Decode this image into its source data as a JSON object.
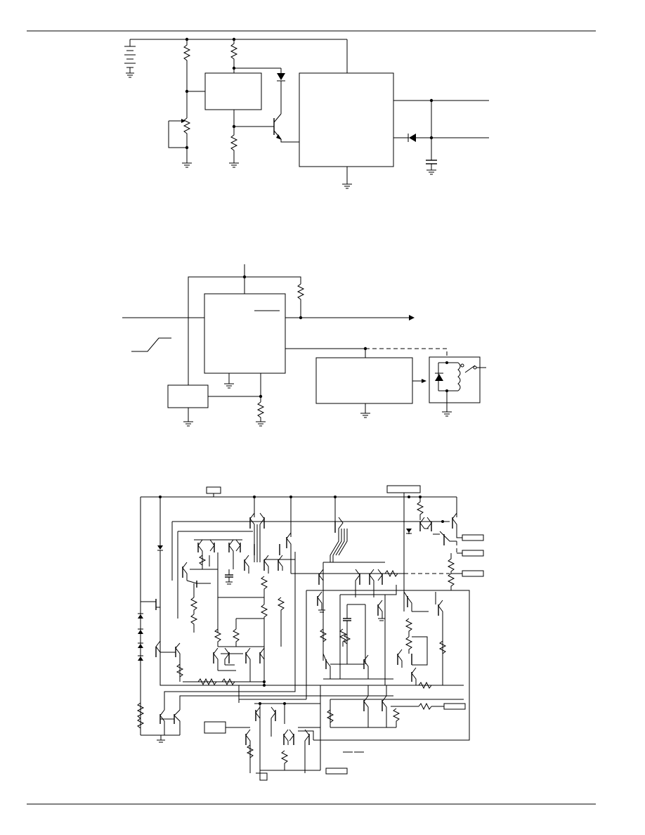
{
  "page": {
    "header_rule": true,
    "footer_rule": true
  },
  "figures": [
    {
      "id": "figure-1",
      "kind": "application-circuit-zener-transistor"
    },
    {
      "id": "figure-2",
      "kind": "application-circuit-relay-driver"
    },
    {
      "id": "figure-3",
      "kind": "internal-schematic"
    }
  ],
  "colors": {
    "ink": "#000000",
    "paper": "#ffffff"
  }
}
